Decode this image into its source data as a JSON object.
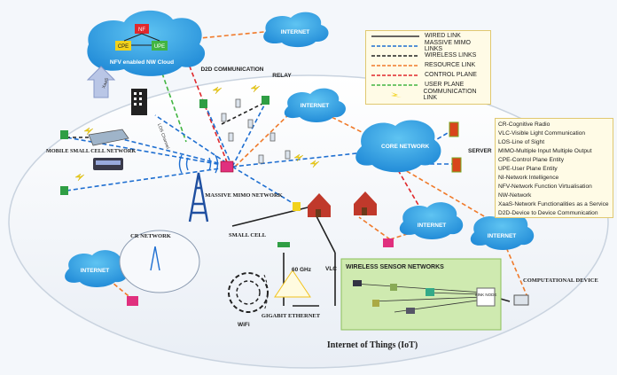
{
  "clouds": {
    "nfv": "NFV enabled NW Cloud",
    "nfv_nf": "NF",
    "nfv_cpe": "CPE",
    "nfv_upe": "UPE",
    "internet_top": "INTERNET",
    "internet_mid": "INTERNET",
    "core": "CORE NETWORK",
    "internet_right1": "INTERNET",
    "internet_right2": "INTERNET",
    "internet_left": "INTERNET"
  },
  "labels": {
    "xaas": "XaaS",
    "d2d": "D2D COMMUNICATION",
    "relay": "RELAY",
    "los": "LOS Channel",
    "mobile_small_cell": "MOBILE SMALL CELL NETWORK",
    "massive_mimo": "MASSIVE MIMO NETWORK",
    "server": "SERVER",
    "small_cell": "SMALL CELL",
    "cr_network": "CR NETWORK",
    "wifi": "WiFi",
    "ghz60": "60 GHz",
    "vlc": "VLC",
    "gigabit": "GIGABIT ETHERNET",
    "wsn": "WIRELESS SENSOR NETWORKS",
    "sink_node": "SINK NODE",
    "computational": "COMPUTATIONAL DEVICE",
    "iot": "Internet of Things (IoT)"
  },
  "legend": [
    {
      "label": "WIRED LINK",
      "color": "#333333",
      "style": "solid-arrow"
    },
    {
      "label": "MASSIVE MIMO LINKS",
      "color": "#1f6fd1",
      "style": "dash"
    },
    {
      "label": "WIRELESS LINKS",
      "color": "#222222",
      "style": "dash"
    },
    {
      "label": "RESOURCE LINK",
      "color": "#f07a2a",
      "style": "dash"
    },
    {
      "label": "CONTROL PLANE",
      "color": "#e0282c",
      "style": "dash"
    },
    {
      "label": "USER PLANE",
      "color": "#42b542",
      "style": "dash"
    },
    {
      "label": "COMMUNICATION LINK",
      "color": "#f2d21b",
      "style": "bolt"
    }
  ],
  "abbreviations": [
    "CR-Cognitive Radio",
    "VLC-Visible Light Communication",
    "LOS-Line of Sight",
    "MIMO-Multiple Input Multiple Output",
    "CPE-Control Plane Entity",
    "UPE-User Plane Entity",
    "NI-Network Intelligence",
    "NFV-Network Function Virtualisation",
    "NW-Network",
    "XaaS-Network Functionalities as a Service",
    "D2D-Device to Device Communication"
  ]
}
